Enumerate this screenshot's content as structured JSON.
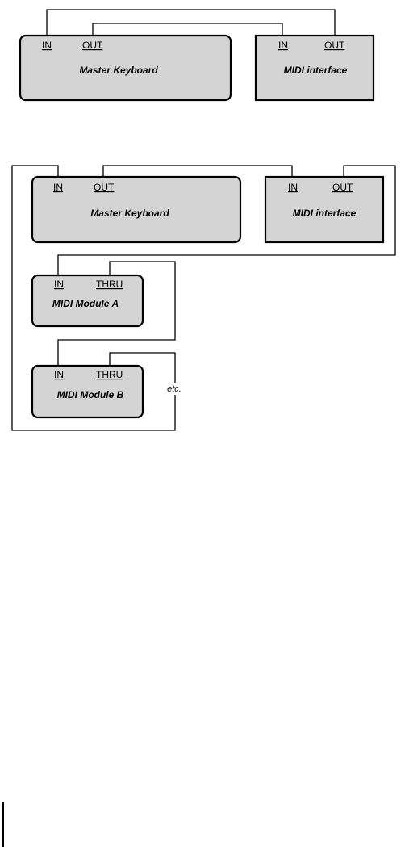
{
  "diagram1": {
    "master_keyboard": {
      "label": "Master Keyboard",
      "in": "IN",
      "out": "OUT"
    },
    "midi_interface": {
      "label": "MIDI interface",
      "in": "IN",
      "out": "OUT"
    }
  },
  "diagram2": {
    "master_keyboard": {
      "label": "Master Keyboard",
      "in": "IN",
      "out": "OUT"
    },
    "midi_interface": {
      "label": "MIDI interface",
      "in": "IN",
      "out": "OUT"
    },
    "module_a": {
      "label": "MIDI Module A",
      "in": "IN",
      "thru": "THRU"
    },
    "module_b": {
      "label": "MIDI Module B",
      "in": "IN",
      "thru": "THRU"
    },
    "etc": "etc."
  }
}
